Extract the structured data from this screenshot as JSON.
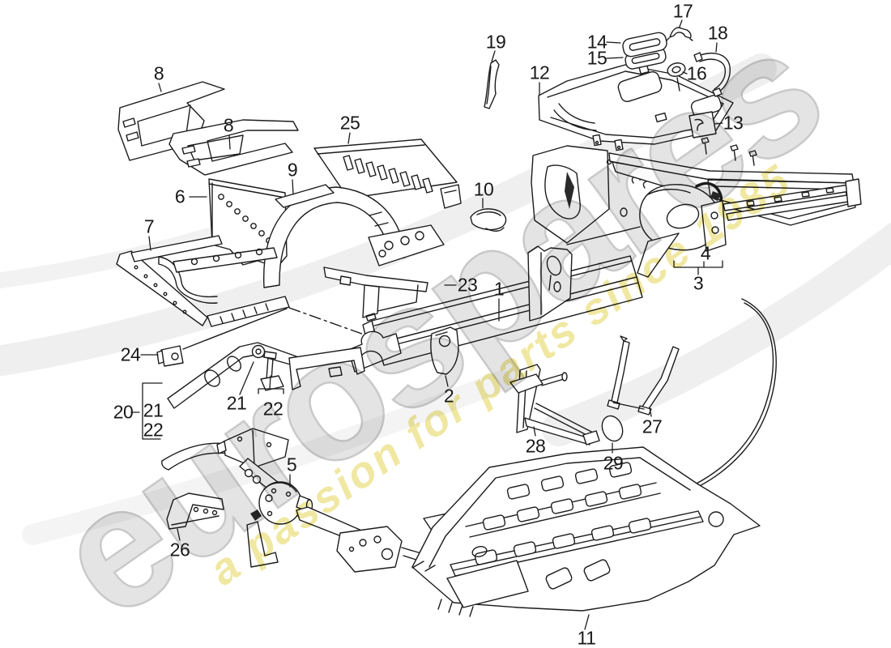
{
  "page": {
    "background": "#ffffff",
    "line_color": "#1c1c1c"
  },
  "watermark": {
    "brand": "eurospares",
    "tagline": "a passion for parts since 1985",
    "brand_color": "#e4e4e4",
    "tagline_color": "#e6d75f"
  },
  "callouts": [
    {
      "label": "8"
    },
    {
      "label": "8"
    },
    {
      "label": "25"
    },
    {
      "label": "9"
    },
    {
      "label": "6"
    },
    {
      "label": "7"
    },
    {
      "label": "19"
    },
    {
      "label": "12"
    },
    {
      "label": "14"
    },
    {
      "label": "15"
    },
    {
      "label": "17"
    },
    {
      "label": "18"
    },
    {
      "label": "16"
    },
    {
      "label": "13"
    },
    {
      "label": "10"
    },
    {
      "label": "4"
    },
    {
      "label": "3"
    },
    {
      "label": "23"
    },
    {
      "label": "1"
    },
    {
      "label": "2"
    },
    {
      "label": "24"
    },
    {
      "label": "20"
    },
    {
      "label": "21"
    },
    {
      "label": "22"
    },
    {
      "label": "21"
    },
    {
      "label": "22"
    },
    {
      "label": "5"
    },
    {
      "label": "26"
    },
    {
      "label": "28"
    },
    {
      "label": "27"
    },
    {
      "label": "29"
    },
    {
      "label": "11"
    }
  ]
}
